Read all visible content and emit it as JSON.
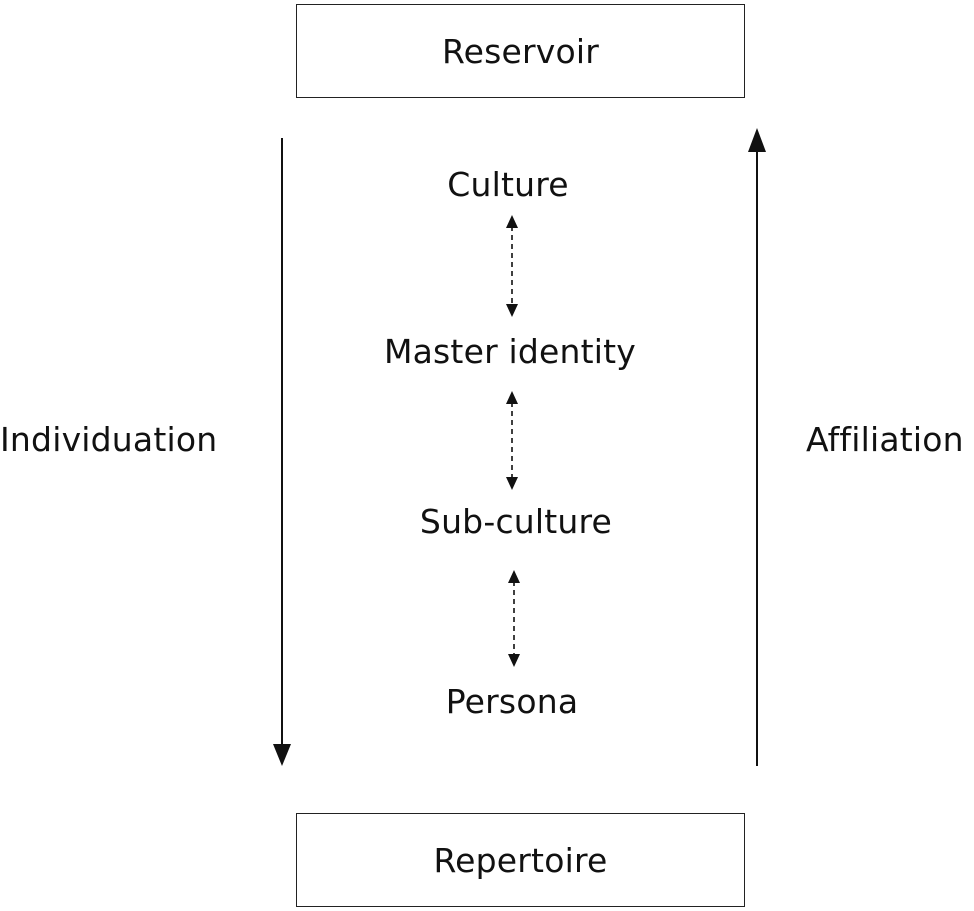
{
  "diagram": {
    "top_box": "Reservoir",
    "bottom_box": "Repertoire",
    "left_label": "Individuation",
    "right_label": "Affiliation",
    "levels": [
      "Culture",
      "Master identity",
      "Sub-culture",
      "Persona"
    ]
  },
  "colors": {
    "stroke": "#111111",
    "text": "#111111",
    "background": "#ffffff"
  }
}
